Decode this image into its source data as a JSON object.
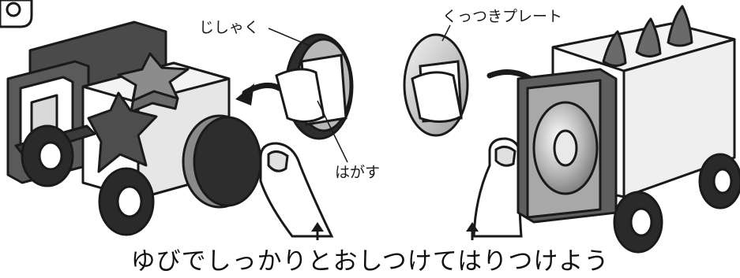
{
  "labels": {
    "magnet": "じしゃく",
    "plate": "くっつきプレート",
    "peel": "はがす"
  },
  "caption": "ゆびでしっかりとおしつけてはりつけよう",
  "colors": {
    "outline": "#1a1a1a",
    "dark_gray": "#3a3a3a",
    "mid_gray": "#8a8a8a",
    "light_gray": "#c8c8c8",
    "white": "#ffffff"
  }
}
